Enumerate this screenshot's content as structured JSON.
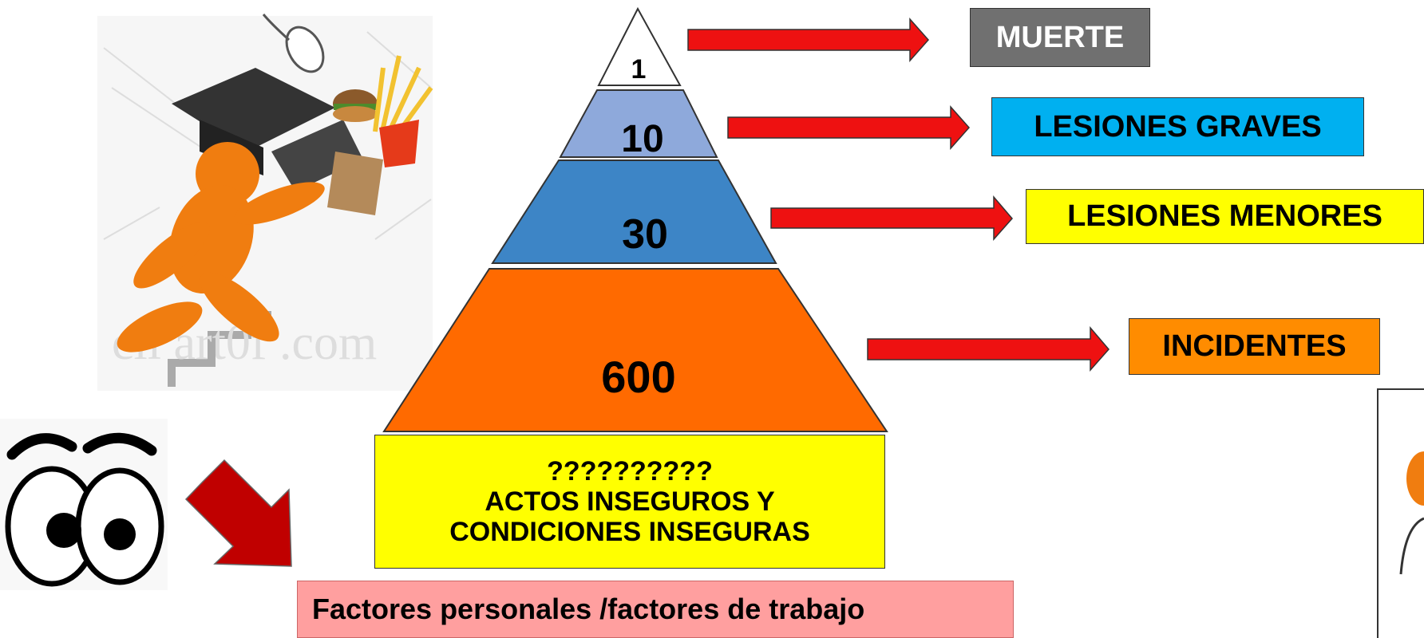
{
  "colors": {
    "tier1": "#ffffff",
    "tier10": "#8ea9db",
    "tier30": "#3d85c6",
    "tier600": "#ff6a00",
    "arrow_red": "#ee1111",
    "muerte_bg": "#707070",
    "graves_bg": "#00b0f0",
    "menores_bg": "#ffff00",
    "incidentes_bg": "#ff8c00",
    "base_bg": "#ffff00",
    "factors_bg": "#ff9f9f",
    "eyes_arrow": "#c00000"
  },
  "pyramid": {
    "tier1": "1",
    "tier10": "10",
    "tier30": "30",
    "tier600": "600"
  },
  "labels": {
    "muerte": "MUERTE",
    "lesiones_graves": "LESIONES GRAVES",
    "lesiones_menores": "LESIONES MENORES",
    "incidentes": "INCIDENTES"
  },
  "base": {
    "question": "??????????",
    "line1": "ACTOS INSEGUROS Y",
    "line2": "CONDICIONES INSEGURAS"
  },
  "factors": "Factores personales /factores de trabajo",
  "clipart": {
    "watermark": "cli art0f .com",
    "running_figure_icon": "running-figure-icon",
    "eyes_icon": "eyes-icon",
    "thinking_figure_icon": "thinking-figure-icon"
  }
}
